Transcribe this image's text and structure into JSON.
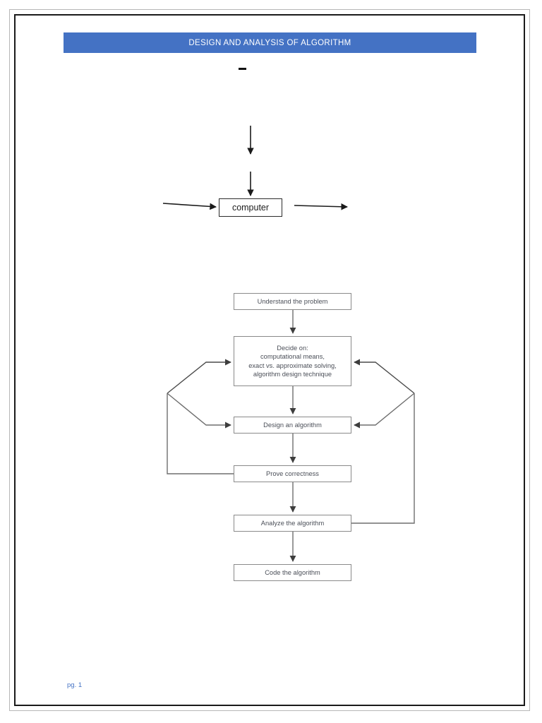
{
  "document": {
    "title": "DESIGN AND ANALYSIS OF ALGORITHM",
    "banner_color": "#4472C4",
    "footer": "pg. 1"
  },
  "computer_diagram": {
    "box_label": "computer",
    "dash_mark": "",
    "icons": {
      "arrow_down_top": "arrow-down-icon",
      "arrow_down_lower": "arrow-down-icon",
      "arrow_in_left": "arrow-right-icon",
      "arrow_out_right": "arrow-right-icon"
    }
  },
  "flowchart": {
    "boxes": [
      {
        "id": "understand",
        "label": "Understand the problem"
      },
      {
        "id": "decide",
        "label": "Decide on:\ncomputational means,\nexact vs. approximate solving,\nalgorithm design technique"
      },
      {
        "id": "design",
        "label": "Design an algorithm"
      },
      {
        "id": "prove",
        "label": "Prove correctness"
      },
      {
        "id": "analyze",
        "label": "Analyze the algorithm"
      },
      {
        "id": "code",
        "label": "Code the algorithm"
      }
    ],
    "connector_names": [
      "understand-to-decide",
      "decide-to-design",
      "design-to-prove",
      "prove-to-analyze",
      "analyze-to-code",
      "prove-feedback-left",
      "analyze-feedback-right"
    ],
    "box_border_color": "#8a8a8a",
    "text_color": "#4b4f58",
    "line_color": "#6e6e6e"
  }
}
